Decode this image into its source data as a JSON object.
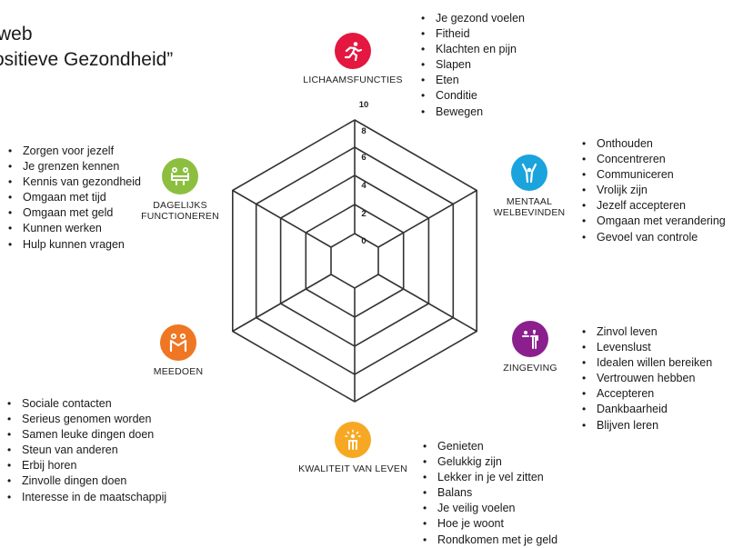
{
  "title": {
    "line1": "web",
    "line2": "ositieve Gezondheid”"
  },
  "scale_ticks": [
    "0",
    "2",
    "4",
    "6",
    "8",
    "10"
  ],
  "dimensions": [
    {
      "id": "lichaamsfuncties",
      "label": "LICHAAMSFUNCTIES",
      "color": "#e3173f",
      "icon": "running-person-icon",
      "items": [
        "Je gezond voelen",
        "Fitheid",
        "Klachten en pijn",
        "Slapen",
        "Eten",
        "Conditie",
        "Bewegen"
      ]
    },
    {
      "id": "mentaal-welbevinden",
      "label": [
        "MENTAAL",
        "WELBEVINDEN"
      ],
      "color": "#1aa3dc",
      "icon": "raised-arms-person-icon",
      "items": [
        "Onthouden",
        "Concentreren",
        "Communiceren",
        "Vrolijk zijn",
        "Jezelf accepteren",
        "Omgaan met verandering",
        "Gevoel van controle"
      ]
    },
    {
      "id": "zingeving",
      "label": "ZINGEVING",
      "color": "#8b1f8e",
      "icon": "person-with-flower-icon",
      "items": [
        "Zinvol leven",
        "Levenslust",
        "Idealen willen bereiken",
        "Vertrouwen hebben",
        "Accepteren",
        "Dankbaarheid",
        "Blijven leren"
      ]
    },
    {
      "id": "kwaliteit-van-leven",
      "label": "KWALITEIT VAN LEVEN",
      "color": "#f7a823",
      "icon": "radiant-person-icon",
      "items": [
        "Genieten",
        "Gelukkig zijn",
        "Lekker in je vel zitten",
        "Balans",
        "Je veilig voelen",
        "Hoe je woont",
        "Rondkomen met je geld"
      ]
    },
    {
      "id": "meedoen",
      "label": "MEEDOEN",
      "color": "#ef7622",
      "icon": "two-people-icon",
      "items": [
        "Sociale contacten",
        "Serieus genomen worden",
        "Samen leuke dingen doen",
        "Steun van anderen",
        "Erbij horen",
        "Zinvolle dingen doen",
        "Interesse in de maatschappij"
      ]
    },
    {
      "id": "dagelijks-functioneren",
      "label": [
        "DAGELIJKS",
        "FUNCTIONEREN"
      ],
      "color": "#8cbf3f",
      "icon": "person-at-desk-icon",
      "items": [
        "Zorgen voor jezelf",
        "Je grenzen kennen",
        "Kennis van gezondheid",
        "Omgaan met tijd",
        "Omgaan met geld",
        "Kunnen werken",
        "Hulp kunnen vragen"
      ]
    }
  ]
}
